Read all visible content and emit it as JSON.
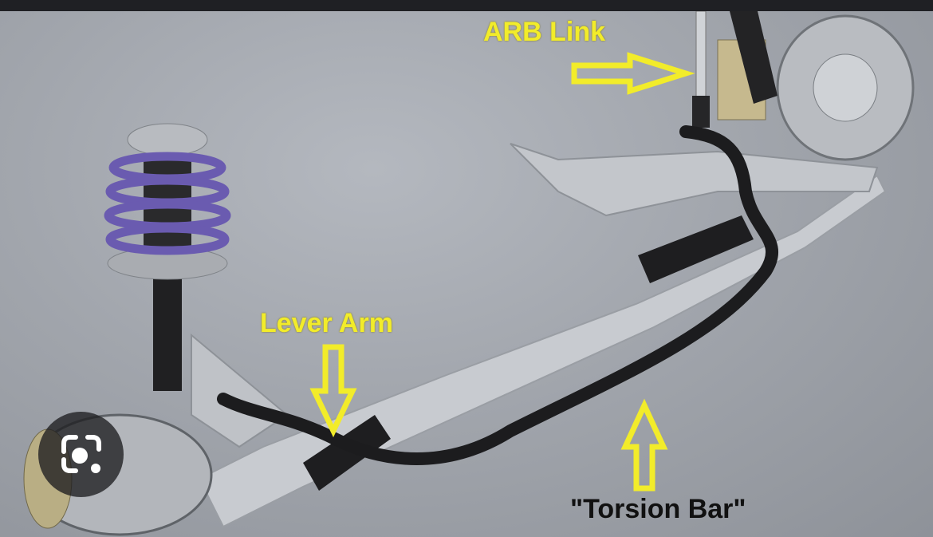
{
  "labels": {
    "arb_link": "ARB Link",
    "lever_arm": "Lever Arm",
    "torsion_bar": "\"Torsion Bar\""
  },
  "overlay": {
    "lens_button": "google-lens-icon"
  },
  "colors": {
    "label_yellow": "#f2ec2a",
    "spring_purple": "#6a5bb0",
    "bar_black": "#1c1c1e",
    "top_bar": "#1f2024"
  }
}
